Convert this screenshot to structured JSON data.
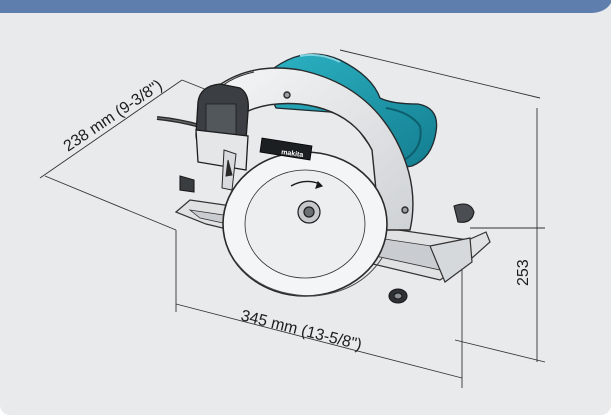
{
  "header": {
    "bar_color": "#5e7fae"
  },
  "dimensions": {
    "depth_label": "238 mm (9-3/8\")",
    "length_label": "345 mm (13-5/8\")",
    "height_label": "253"
  },
  "product": {
    "brand_label": "makita",
    "body_color": "#1a96a8",
    "frame_color": "#e3e5e7"
  }
}
